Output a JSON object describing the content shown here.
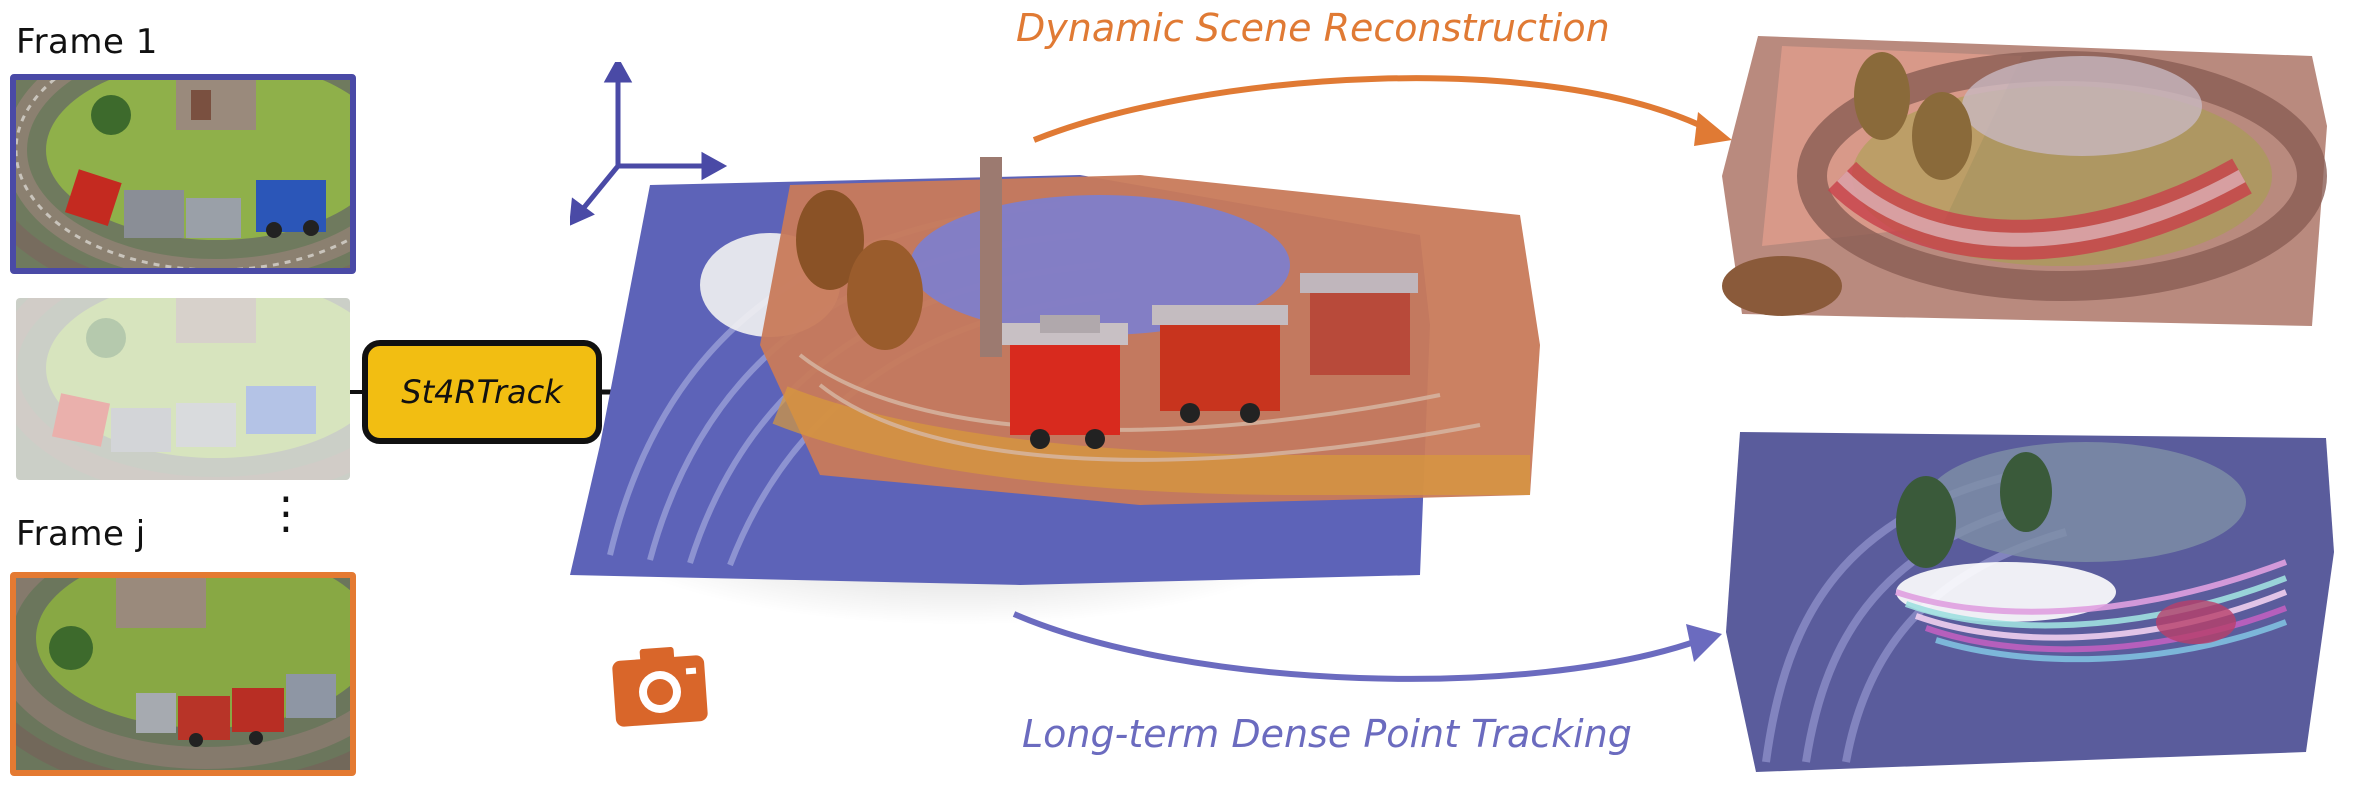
{
  "frames": {
    "first_label": "Frame 1",
    "last_label": "Frame j",
    "ellipsis": "⋮"
  },
  "method": {
    "name": "St4RTrack"
  },
  "outputs": {
    "reconstruction_label": "Dynamic Scene Reconstruction",
    "tracking_label": "Long-term Dense Point Tracking"
  },
  "icons": {
    "axes": "xyz-axes-icon",
    "camera": "camera-icon"
  },
  "colors": {
    "reconstruction": "#e07a34",
    "tracking": "#6b6bbf",
    "frame1_border": "#4a4aa6",
    "framej_border": "#e47a32",
    "method_fill": "#f2be12",
    "camera": "#d9662a"
  }
}
